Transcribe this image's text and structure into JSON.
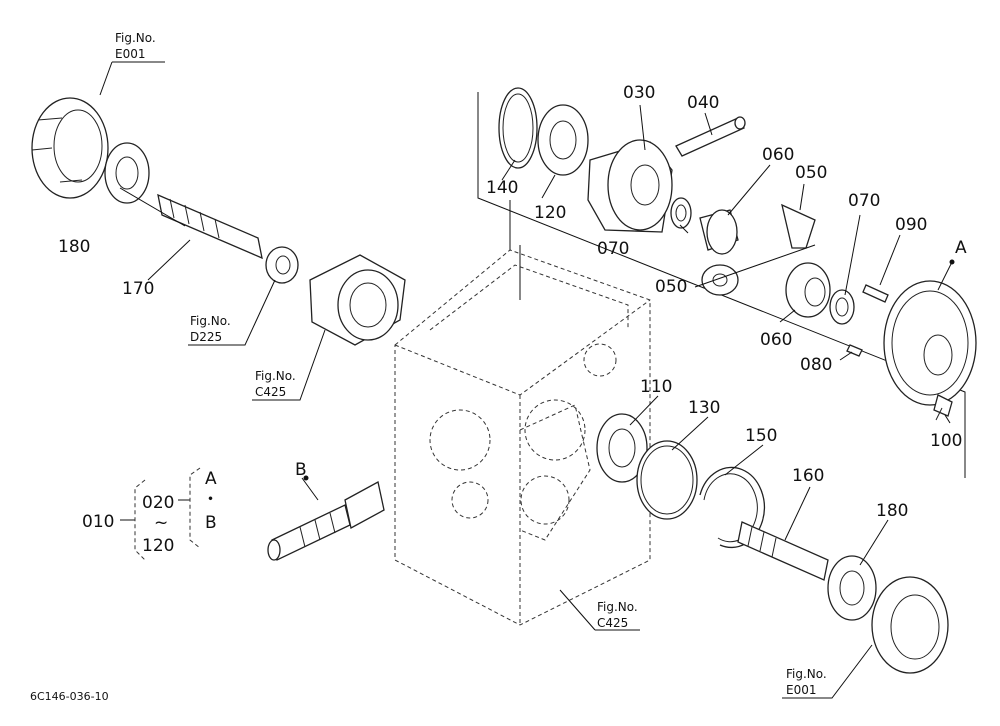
{
  "parts": {
    "p030": "030",
    "p040": "040",
    "p050a": "050",
    "p050b": "050",
    "p060a": "060",
    "p060b": "060",
    "p070a": "070",
    "p070b": "070",
    "p080": "080",
    "p090": "090",
    "p100": "100",
    "p110": "110",
    "p120": "120",
    "p130": "130",
    "p140": "140",
    "p150": "150",
    "p160": "160",
    "p170": "170",
    "p180a": "180",
    "p180b": "180"
  },
  "refs": {
    "e001_top": [
      "Fig.No.",
      "E001"
    ],
    "d225": [
      "Fig.No.",
      "D225"
    ],
    "c425_left": [
      "Fig.No.",
      "C425"
    ],
    "c425_bottom": [
      "Fig.No.",
      "C425"
    ],
    "e001_bottom": [
      "Fig.No.",
      "E001"
    ]
  },
  "markers": {
    "a": "A",
    "b": "B"
  },
  "assembly": {
    "p010": "010",
    "p020": "020",
    "tilde": "~",
    "p120": "120",
    "range_a": "A",
    "range_dot": "・",
    "range_b": "B"
  },
  "drawing_code": "6C146-036-10"
}
